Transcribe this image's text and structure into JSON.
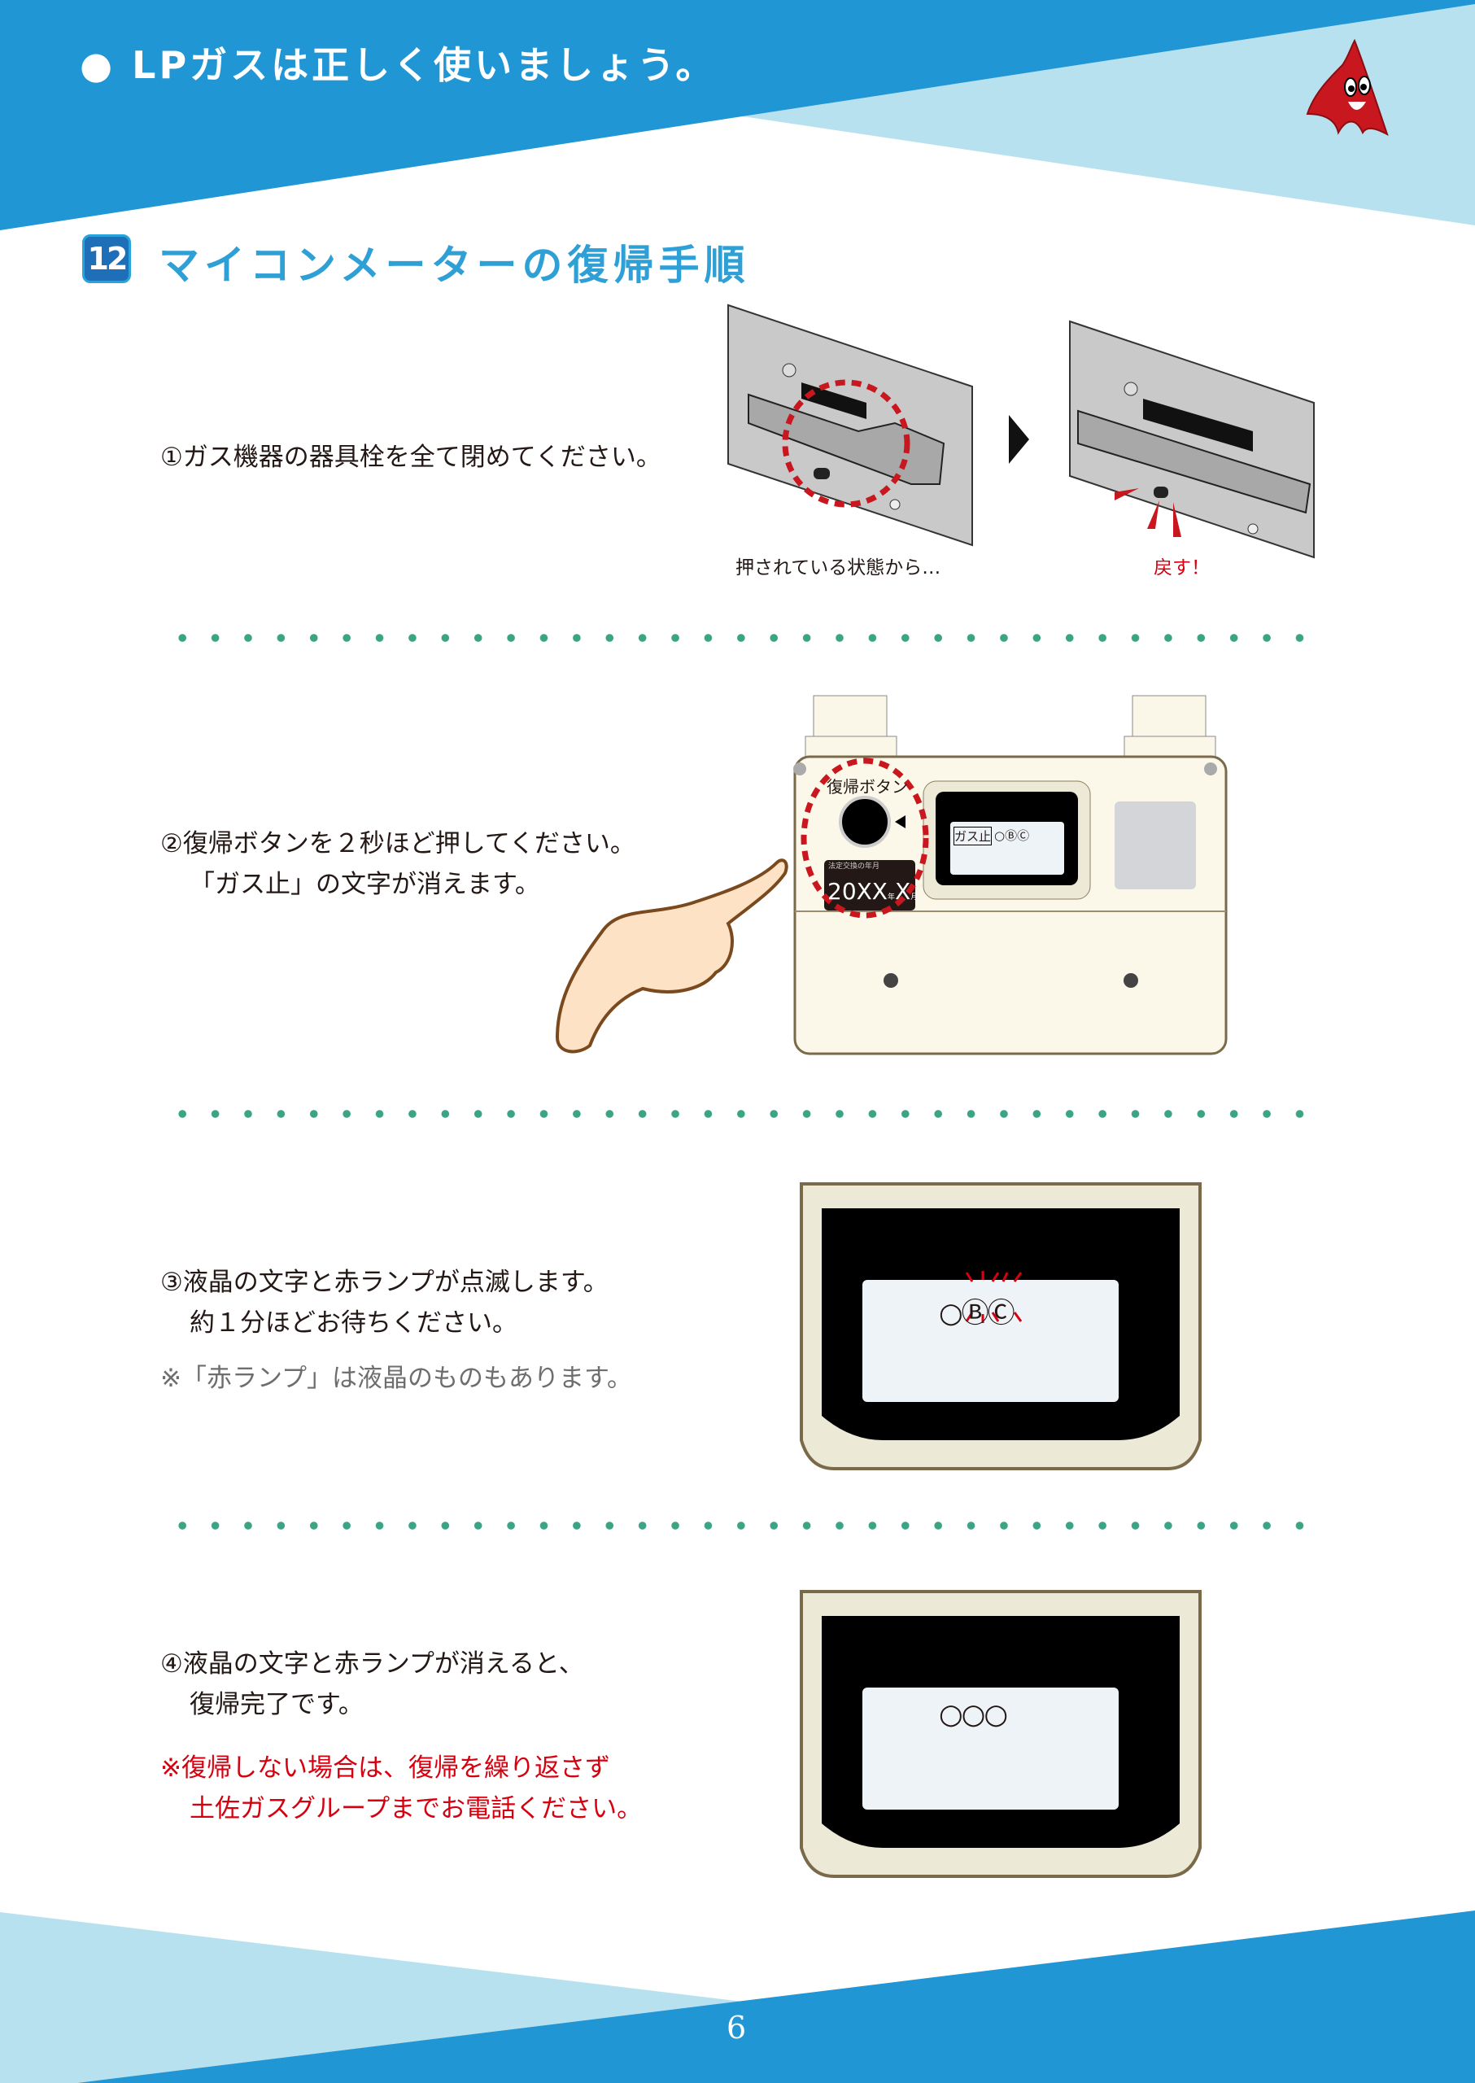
{
  "header": {
    "title": "● LPガスは正しく使いましょう。",
    "mascot": "mascot-character"
  },
  "section": {
    "number": "12",
    "title": "マイコンメーターの復帰手順"
  },
  "steps": [
    {
      "lines": [
        "①ガス機器の器具栓を全て閉めてください。"
      ],
      "captions": [
        "押されている状態から…",
        "戻す！"
      ]
    },
    {
      "lines": [
        "②復帰ボタンを２秒ほど押してください。",
        "「ガス止」の文字が消えます。"
      ],
      "meter": {
        "button_label": "復帰ボタン",
        "lcd_text": "ガス止",
        "lcd_symbols": "○ⒷⒸ",
        "plate_label": "法定交換の年月",
        "plate_value": "20XX",
        "plate_year": "年",
        "plate_month_value": "X",
        "plate_month": "月"
      }
    },
    {
      "lines": [
        "③液晶の文字と赤ランプが点滅します。",
        "約１分ほどお待ちください。"
      ],
      "note": "※「赤ランプ」は液晶のものもあります。",
      "lcd_symbols": "○ⒷⒸ"
    },
    {
      "lines": [
        "④液晶の文字と赤ランプが消えると、",
        "復帰完了です。"
      ],
      "note_lines": [
        "※復帰しない場合は、復帰を繰り返さず",
        "土佐ガスグループまでお電話ください。"
      ],
      "lcd_symbols": "○○○"
    }
  ],
  "footer": {
    "page_number": "6"
  },
  "colors": {
    "primary_blue": "#2196d5",
    "light_blue": "#b8e1f0",
    "accent_red": "#d7000f",
    "dot_green": "#3aa484"
  }
}
